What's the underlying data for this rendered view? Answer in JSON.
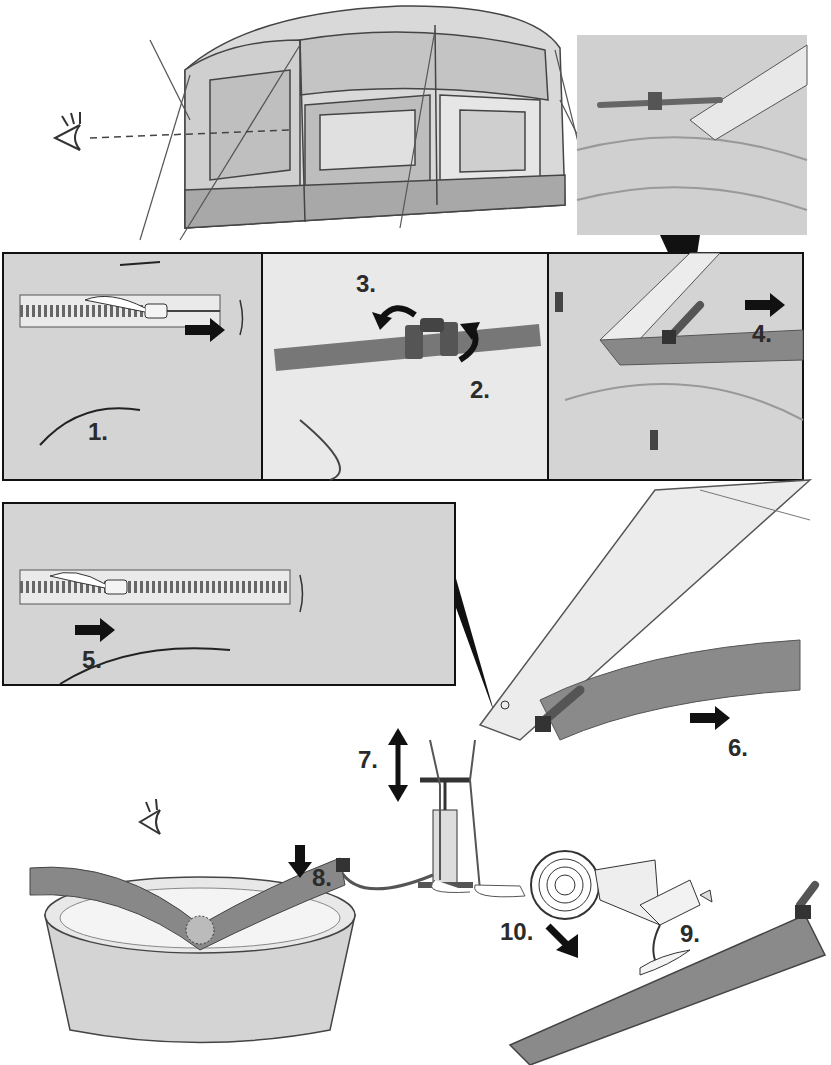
{
  "diagram": {
    "labels": [
      "1.",
      "3.",
      "2.",
      "4.",
      "5.",
      "6.",
      "7.",
      "8.",
      "10.",
      "9."
    ]
  }
}
